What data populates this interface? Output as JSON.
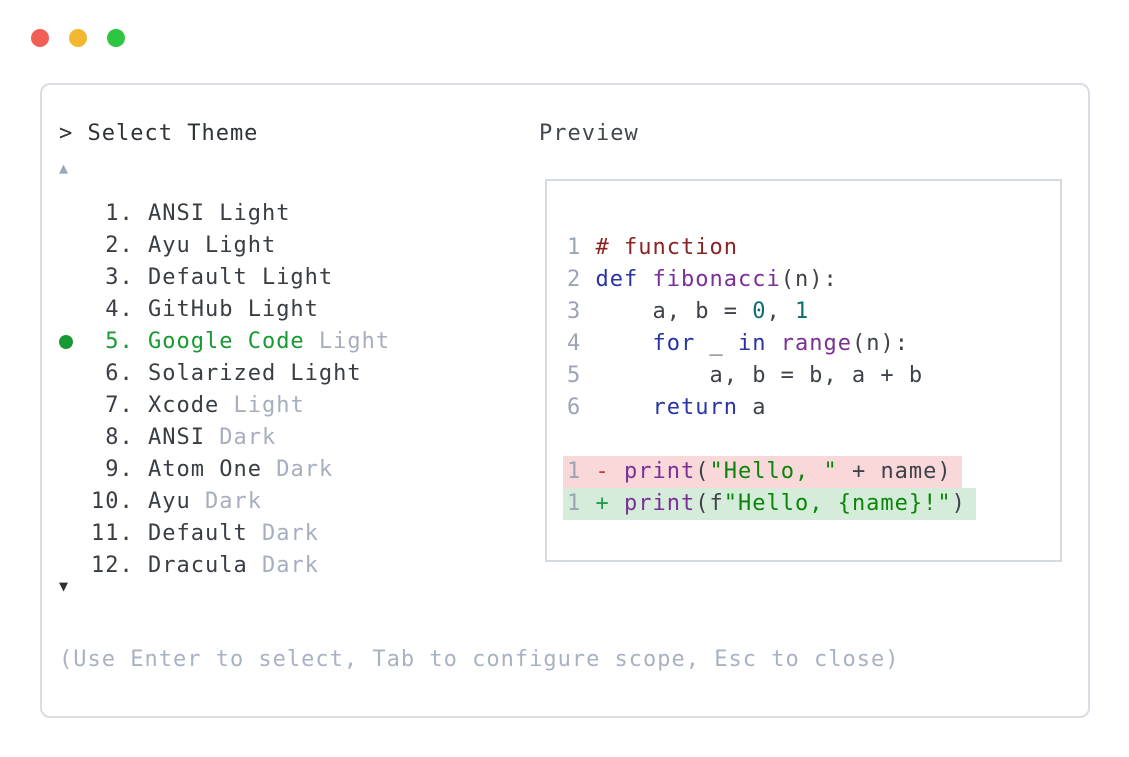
{
  "window": {
    "traffic_lights": [
      {
        "name": "close",
        "color": "#f15e56"
      },
      {
        "name": "minimize",
        "color": "#f2b72f"
      },
      {
        "name": "zoom",
        "color": "#2dc643"
      }
    ]
  },
  "theme_picker": {
    "prompt": "> Select Theme",
    "scroll_up_icon": "▲",
    "scroll_down_icon": "▼",
    "selected_color": "#189a32",
    "items": [
      {
        "number": " 1.",
        "main": "ANSI Light",
        "suffix": "",
        "selected": false
      },
      {
        "number": " 2.",
        "main": "Ayu Light",
        "suffix": "",
        "selected": false
      },
      {
        "number": " 3.",
        "main": "Default Light",
        "suffix": "",
        "selected": false
      },
      {
        "number": " 4.",
        "main": "GitHub Light",
        "suffix": "",
        "selected": false
      },
      {
        "number": " 5.",
        "main": "Google Code",
        "suffix": " Light",
        "selected": true
      },
      {
        "number": " 6.",
        "main": "Solarized Light",
        "suffix": "",
        "selected": false
      },
      {
        "number": " 7.",
        "main": "Xcode",
        "suffix": " Light",
        "selected": false
      },
      {
        "number": " 8.",
        "main": "ANSI",
        "suffix": " Dark",
        "selected": false
      },
      {
        "number": " 9.",
        "main": "Atom One",
        "suffix": " Dark",
        "selected": false
      },
      {
        "number": "10.",
        "main": "Ayu",
        "suffix": " Dark",
        "selected": false
      },
      {
        "number": "11.",
        "main": "Default",
        "suffix": " Dark",
        "selected": false
      },
      {
        "number": "12.",
        "main": "Dracula",
        "suffix": " Dark",
        "selected": false
      }
    ],
    "hint": "(Use Enter to select, Tab to configure scope, Esc to close)"
  },
  "preview": {
    "label": "Preview",
    "syntax_colors": {
      "comment": "#8b2222",
      "keyword": "#2733a6",
      "function": "#7b2f97",
      "number": "#0b6e6e",
      "string": "#0a850a",
      "plain": "#3d4349",
      "line_number": "#9ba4b5",
      "diff_del_bg": "#f9d8da",
      "diff_add_bg": "#d4ecd9"
    },
    "code_lines": [
      {
        "num": "1",
        "tokens": [
          {
            "t": "# function",
            "c": "com"
          }
        ]
      },
      {
        "num": "2",
        "tokens": [
          {
            "t": "def",
            "c": "kwd"
          },
          {
            "t": " ",
            "c": "pln"
          },
          {
            "t": "fibonacci",
            "c": "typ"
          },
          {
            "t": "(n):",
            "c": "pln"
          }
        ]
      },
      {
        "num": "3",
        "tokens": [
          {
            "t": "    a, b = ",
            "c": "pln"
          },
          {
            "t": "0",
            "c": "lit"
          },
          {
            "t": ", ",
            "c": "pln"
          },
          {
            "t": "1",
            "c": "lit"
          }
        ]
      },
      {
        "num": "4",
        "tokens": [
          {
            "t": "    ",
            "c": "pln"
          },
          {
            "t": "for",
            "c": "kwd"
          },
          {
            "t": " _ ",
            "c": "pln"
          },
          {
            "t": "in",
            "c": "kwd"
          },
          {
            "t": " ",
            "c": "pln"
          },
          {
            "t": "range",
            "c": "typ"
          },
          {
            "t": "(n):",
            "c": "pln"
          }
        ]
      },
      {
        "num": "5",
        "tokens": [
          {
            "t": "        a, b = b, a + b",
            "c": "pln"
          }
        ]
      },
      {
        "num": "6",
        "tokens": [
          {
            "t": "    ",
            "c": "pln"
          },
          {
            "t": "return",
            "c": "kwd"
          },
          {
            "t": " a",
            "c": "pln"
          }
        ]
      }
    ],
    "diff_lines": [
      {
        "num": "1",
        "kind": "del",
        "tokens": [
          {
            "t": "- ",
            "c": "minus"
          },
          {
            "t": "print",
            "c": "typ"
          },
          {
            "t": "(",
            "c": "pln"
          },
          {
            "t": "\"Hello, \"",
            "c": "str"
          },
          {
            "t": " + name)",
            "c": "pln"
          }
        ]
      },
      {
        "num": "1",
        "kind": "add",
        "tokens": [
          {
            "t": "+ ",
            "c": "plus"
          },
          {
            "t": "print",
            "c": "typ"
          },
          {
            "t": "(f",
            "c": "pln"
          },
          {
            "t": "\"Hello, {name}!\"",
            "c": "str"
          },
          {
            "t": ")",
            "c": "pln"
          }
        ]
      }
    ]
  }
}
